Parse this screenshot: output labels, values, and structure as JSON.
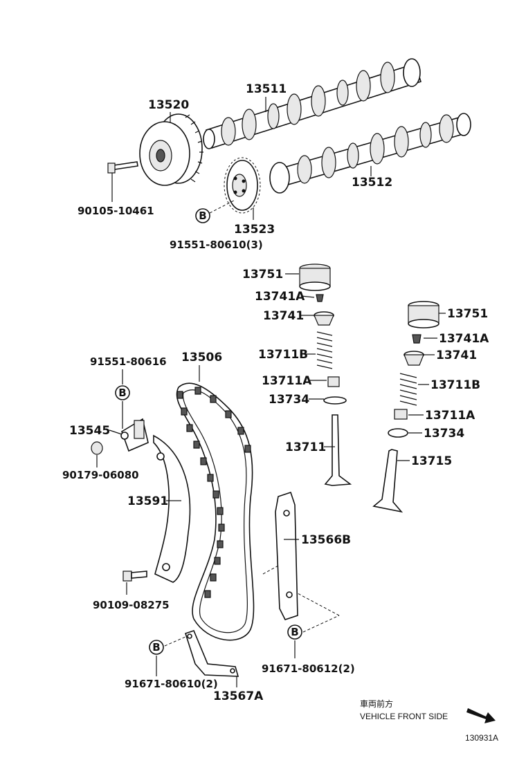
{
  "callouts": {
    "c13520": "13520",
    "c13511": "13511",
    "c13512": "13512",
    "c90105": "90105-10461",
    "c13523": "13523",
    "c91551_3": "91551-80610(3)",
    "c13751_l": "13751",
    "c13741A_l": "13741A",
    "c13741_l": "13741",
    "c13711B_l": "13711B",
    "c13711A_l": "13711A",
    "c13734_l": "13734",
    "c13711": "13711",
    "c13751_r": "13751",
    "c13741A_r": "13741A",
    "c13741_r": "13741",
    "c13711B_r": "13711B",
    "c13711A_r": "13711A",
    "c13734_r": "13734",
    "c13715": "13715",
    "c91551_80616": "91551-80616",
    "c13506": "13506",
    "c13545": "13545",
    "c90179": "90179-06080",
    "c13591": "13591",
    "c13566B": "13566B",
    "c90109": "90109-08275",
    "c91671_2a": "91671-80610(2)",
    "c13567A": "13567A",
    "c91671_2b": "91671-80612(2)"
  },
  "markers": {
    "b1": "B",
    "b2": "B",
    "b3": "B",
    "b4": "B"
  },
  "orientation": {
    "japanese": "車両前方",
    "english": "VEHICLE FRONT SIDE"
  },
  "figure_id": "130931A"
}
